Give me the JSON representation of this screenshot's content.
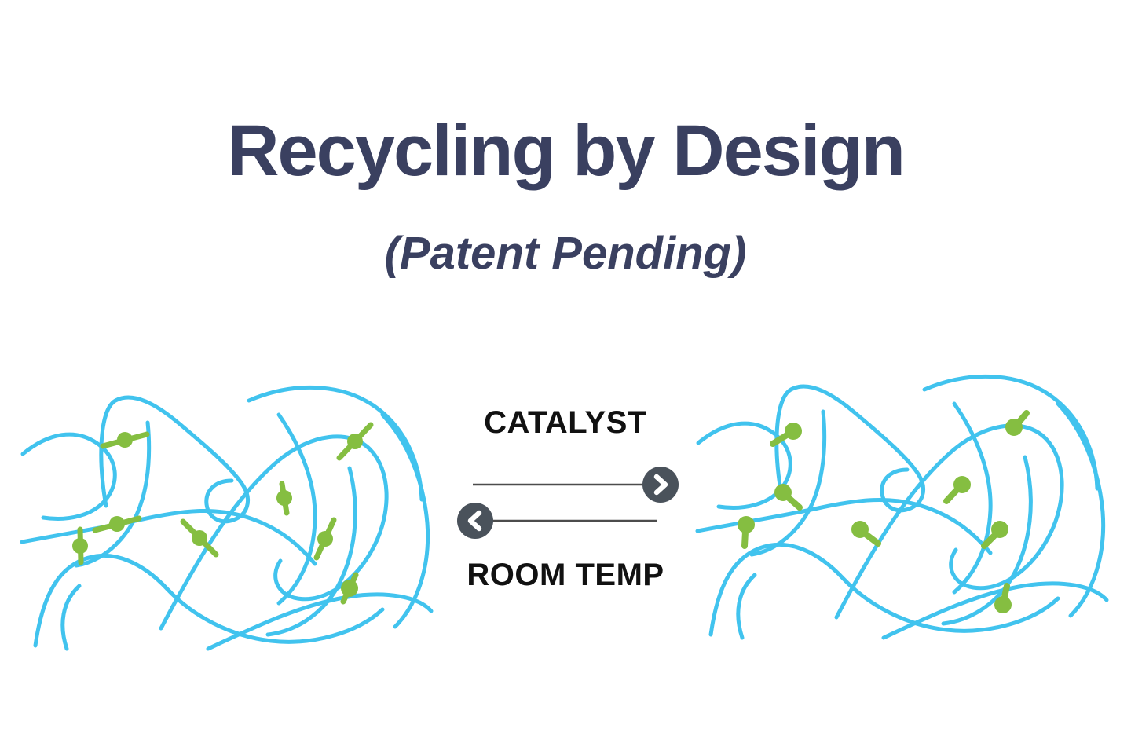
{
  "header": {
    "title": "Recycling by Design",
    "subtitle": "(Patent Pending)"
  },
  "reaction": {
    "forward_label": "CATALYST",
    "reverse_label": "ROOM TEMP",
    "forward_direction": "right",
    "reverse_direction": "left"
  },
  "networks": {
    "left": {
      "description": "polymer network with intact crosslinks",
      "crosslink_state": "intact",
      "crosslink_count": 8
    },
    "right": {
      "description": "polymer network with cleaved crosslinks",
      "crosslink_state": "cleaved",
      "crosslink_count": 8
    }
  },
  "colors": {
    "background": "#ffffff",
    "navy": "#3a4060",
    "ink": "#111111",
    "strand": "#41c3ee",
    "crosslink": "#85be41",
    "arrow_circle": "#4a525b",
    "arrow_line": "#4c4c4c"
  }
}
